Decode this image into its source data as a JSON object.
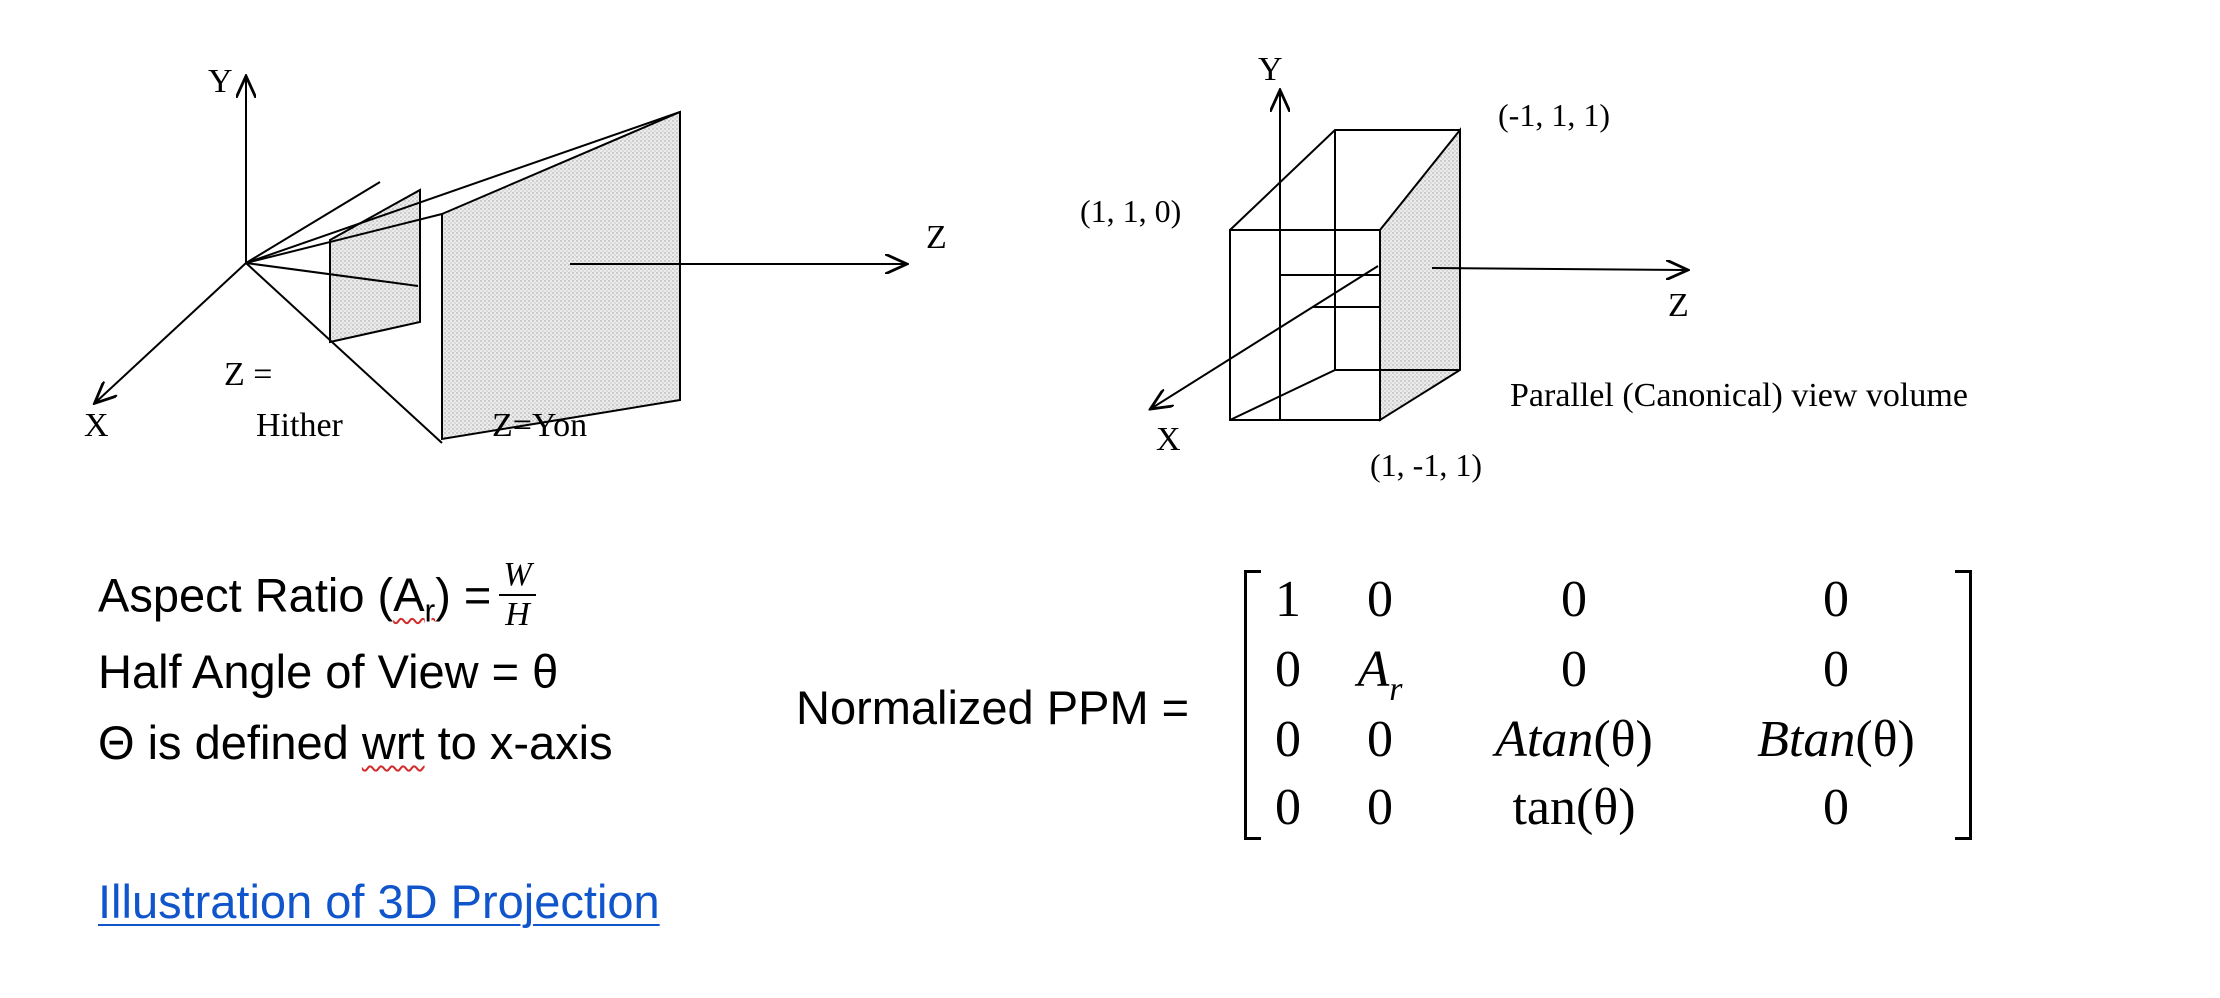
{
  "left_diagram": {
    "y_axis_label": "Y",
    "x_axis_label": "X",
    "z_axis_label": "Z",
    "hither_label_line1": "Z =",
    "hither_label_line2": "Hither",
    "yon_label": "Z=Yon"
  },
  "right_diagram": {
    "y_axis_label": "Y",
    "x_axis_label": "X",
    "z_axis_label": "Z",
    "corner_top_right": "(-1, 1, 1)",
    "corner_top_left": "(1, 1, 0)",
    "corner_bottom": "(1, -1, 1)",
    "caption": "Parallel (Canonical) view volume"
  },
  "definitions": {
    "aspect_ratio_prefix": "Aspect Ratio (",
    "aspect_ratio_symbol": "A",
    "aspect_ratio_subscript": "r",
    "aspect_ratio_suffix": ") =",
    "aspect_ratio_numerator": "W",
    "aspect_ratio_denominator": "H",
    "half_angle": "Half Angle of View = θ",
    "theta_prefix": "Θ is defined ",
    "theta_wrt": "wrt",
    "theta_suffix": " to x-axis"
  },
  "matrix": {
    "label": "Normalized PPM =",
    "r1c1": "1",
    "r1c2": "0",
    "r1c3": "0",
    "r1c4": "0",
    "r2c1": "0",
    "r2c2_symbol": "A",
    "r2c2_sub": "r",
    "r2c3": "0",
    "r2c4": "0",
    "r3c1": "0",
    "r3c2": "0",
    "r3c3_var": "Atan",
    "r3c3_arg": "(θ)",
    "r3c4_var": "Btan",
    "r3c4_arg": "(θ)",
    "r4c1": "0",
    "r4c2": "0",
    "r4c3": "tan(θ)",
    "r4c4": "0"
  },
  "link": {
    "text": "Illustration of 3D Projection"
  }
}
